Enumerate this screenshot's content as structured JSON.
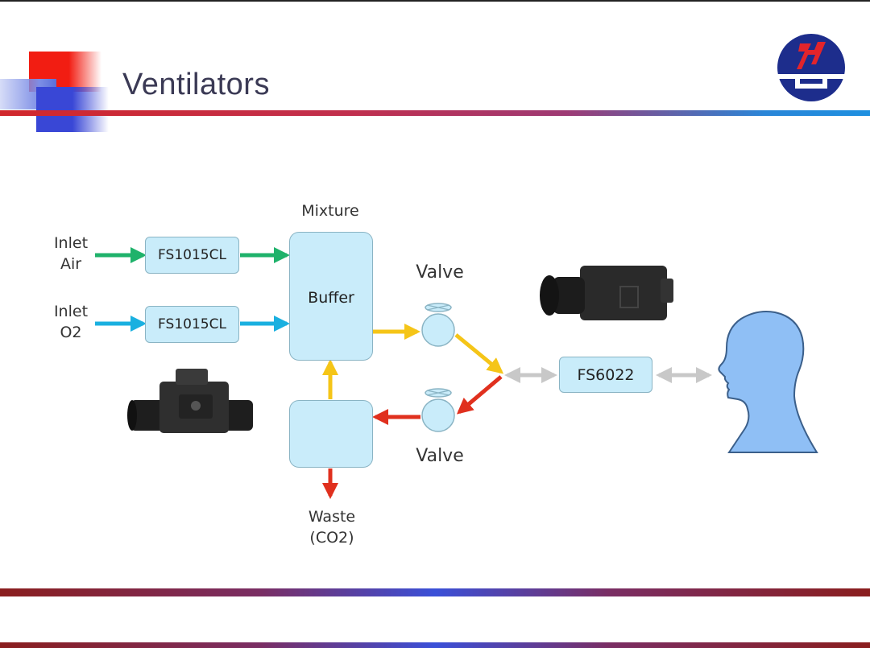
{
  "slide": {
    "title": "Ventilators",
    "logo_icon": "company-logo-icon"
  },
  "diagram": {
    "inlets": [
      {
        "label_line1": "Inlet",
        "label_line2": "Air",
        "arrow_color": "#1fb26b",
        "sensor": "FS1015CL"
      },
      {
        "label_line1": "Inlet",
        "label_line2": "O2",
        "arrow_color": "#1ab0e0",
        "sensor": "FS1015CL"
      }
    ],
    "mixture_label": "Mixture",
    "buffer_label": "Buffer",
    "valve_top_label": "Valve",
    "valve_bottom_label": "Valve",
    "waste_line1": "Waste",
    "waste_line2": "(CO2)",
    "patient_sensor": "FS6022",
    "colors": {
      "box_fill": "#c9ecfa",
      "box_border": "#8ab4c4",
      "inhale_arrow": "#f5c518",
      "exhale_arrow": "#e0301e",
      "bidirectional_arrow": "#c8c8c8",
      "head_fill": "#8fbff5"
    },
    "images": [
      "fs1015cl-sensor-photo",
      "fs6022-sensor-photo",
      "patient-head-silhouette"
    ]
  }
}
